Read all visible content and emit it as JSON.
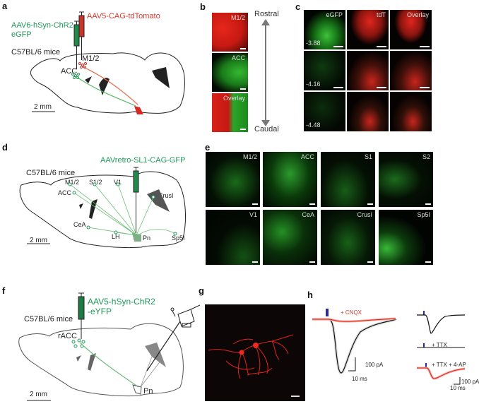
{
  "panels": {
    "a": {
      "label": "a",
      "virus_green": "AAV6-hSyn-ChR2-",
      "virus_green2": "eGFP",
      "virus_red": "AAV5-CAG-tdTomato",
      "mice": "C57BL/6 mice",
      "region_m12": "M1/2",
      "region_acc": "ACC",
      "scale": "2 mm"
    },
    "b": {
      "label": "b",
      "images": [
        {
          "label": "M1/2",
          "color": "red"
        },
        {
          "label": "ACC",
          "color": "green"
        },
        {
          "label": "Overlay",
          "color": "overlay"
        }
      ],
      "axis_top": "Rostral",
      "axis_bottom": "Caudal"
    },
    "c": {
      "label": "c",
      "columns": [
        "eGFP",
        "tdT",
        "Overlay"
      ],
      "rows": [
        "-3.88",
        "-4.16",
        "-4.48"
      ]
    },
    "d": {
      "label": "d",
      "virus": "AAVretro-SL1-CAG-GFP",
      "mice": "C57BL/6 mice",
      "regions": [
        "M1/2",
        "S1/2",
        "V1",
        "ACC",
        "CrusI",
        "CeA",
        "LH",
        "Pn",
        "Sp5I"
      ],
      "scale": "2 mm"
    },
    "e": {
      "label": "e",
      "images": [
        "M1/2",
        "ACC",
        "S1",
        "S2",
        "V1",
        "CeA",
        "CrusI",
        "Sp5I"
      ]
    },
    "f": {
      "label": "f",
      "virus": "AAV5-hSyn-ChR2",
      "virus2": "-eYFP",
      "mice": "C57BL/6 mice",
      "region": "rACC",
      "target": "Pn",
      "scale": "2 mm"
    },
    "g": {
      "label": "g"
    },
    "h": {
      "label": "h",
      "cnqx": "+ CNQX",
      "scale_y": "100 pA",
      "scale_x": "10 ms",
      "ttx": "+ TTX",
      "ttx_4ap": "+ TTX + 4-AP",
      "scale2_y": "100 pA",
      "scale2_x": "10 ms"
    }
  }
}
